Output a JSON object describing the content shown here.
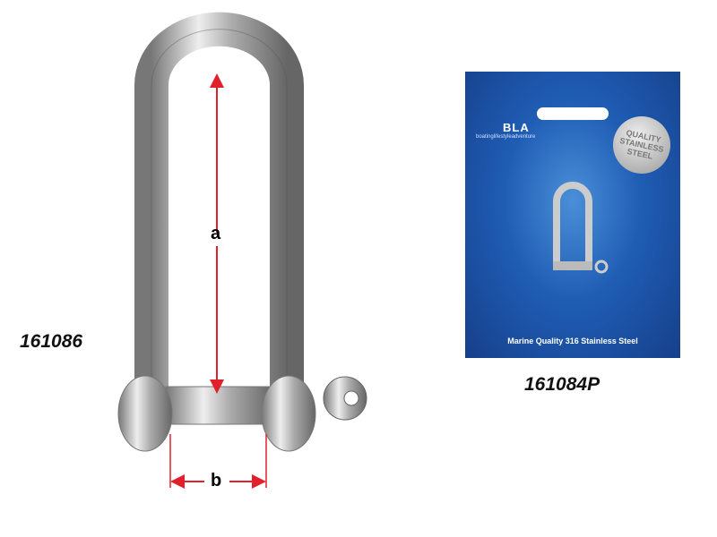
{
  "product_left": {
    "code": "161086",
    "dimension_a": "a",
    "dimension_b": "b"
  },
  "product_right": {
    "code": "161084P",
    "package": {
      "brand": "BLA",
      "tagline": "boatinglifestyleadventure",
      "seal": "QUALITY STAINLESS STEEL",
      "caption": "Marine Quality 316 Stainless Steel"
    }
  },
  "colors": {
    "arrow": "#e0202a",
    "package_blue": "#1f5db4"
  }
}
